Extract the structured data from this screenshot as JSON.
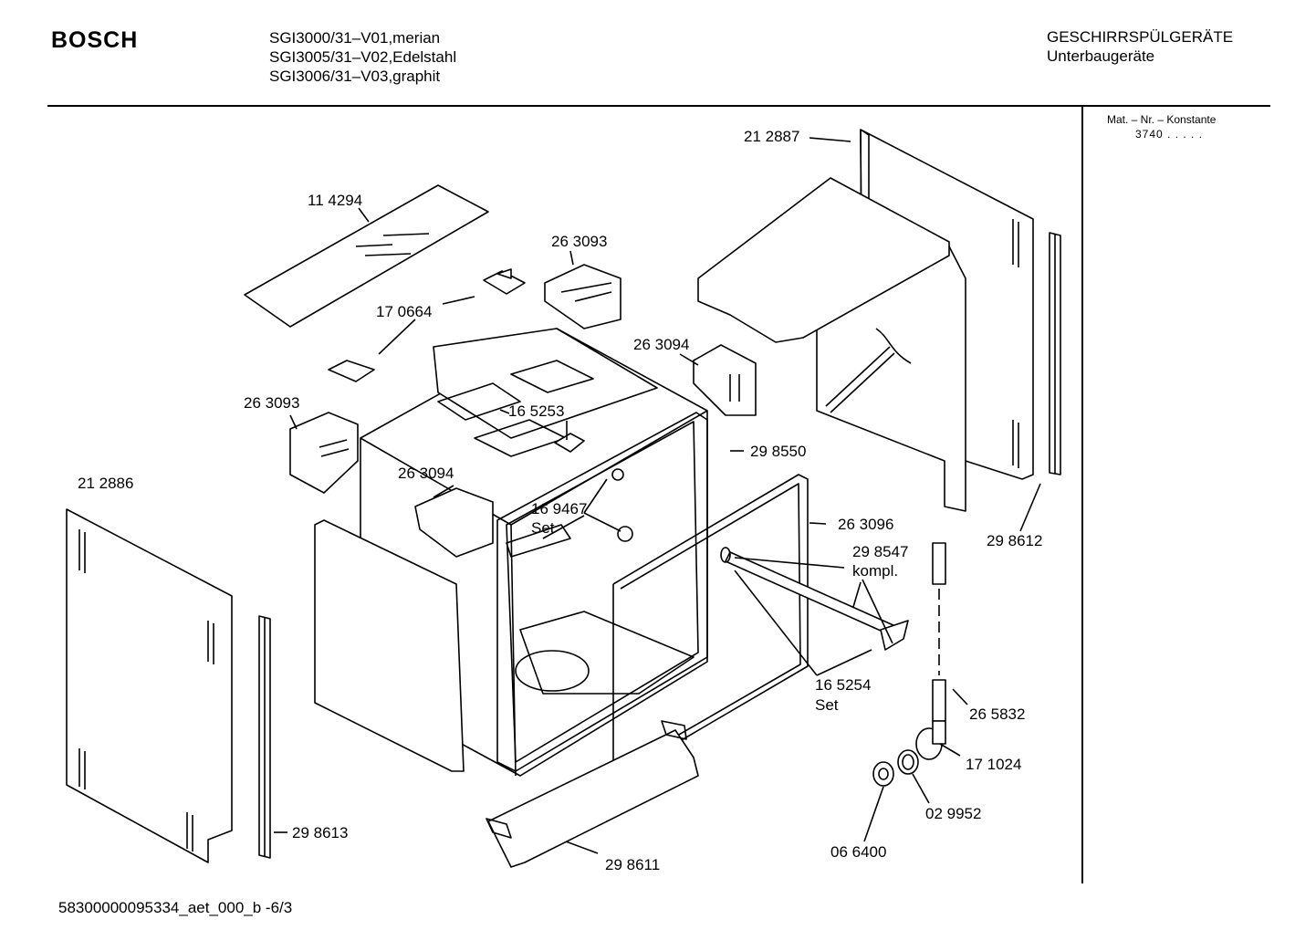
{
  "header": {
    "brand": "BOSCH",
    "models": [
      "SGI3000/31–V01,merian",
      "SGI3005/31–V02,Edelstahl",
      "SGI3006/31–V03,graphit"
    ],
    "category_line1": "GESCHIRRSPÜLGERÄTE",
    "category_line2": "Unterbaugeräte"
  },
  "sidebar": {
    "mat_label": "Mat. – Nr. – Konstante",
    "mat_value": "3740  .  .  .  .  ."
  },
  "parts": [
    "21 2887",
    "11 4294",
    "26 3093",
    "17 0664",
    "26 3094",
    "26 3093",
    "16 5253",
    "29 8550",
    "26 3094",
    "21 2886",
    "16 9467",
    "Set",
    "26 3096",
    "29 8547",
    "kompl.",
    "29 8612",
    "16 5254",
    "Set",
    "26 5832",
    "17 1024",
    "02 9952",
    "06 6400",
    "29 8613",
    "29 8611"
  ],
  "footer": "58300000095334_aet_000_b  -6/3"
}
